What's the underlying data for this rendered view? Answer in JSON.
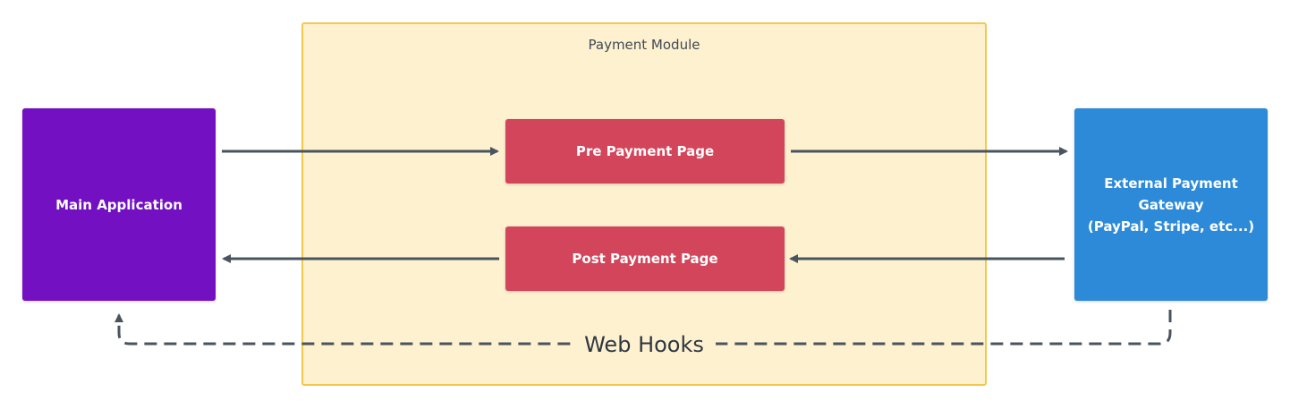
{
  "diagram": {
    "module_title": "Payment Module",
    "nodes": {
      "main_application": "Main Application",
      "pre_payment_page": "Pre Payment Page",
      "post_payment_page": "Post Payment Page",
      "gateway_line1": "External Payment",
      "gateway_line2": "Gateway",
      "gateway_line3": "(PayPal, Stripe, etc...)"
    },
    "edges": [
      {
        "from": "Main Application",
        "to": "Pre Payment Page"
      },
      {
        "from": "Pre Payment Page",
        "to": "External Payment Gateway"
      },
      {
        "from": "External Payment Gateway",
        "to": "Post Payment Page"
      },
      {
        "from": "Post Payment Page",
        "to": "Main Application"
      },
      {
        "from": "External Payment Gateway",
        "to": "Main Application",
        "style": "dashed"
      }
    ],
    "webhooks_label": "Web Hooks"
  },
  "colors": {
    "module_fill": "#fdf1d0",
    "module_border": "#f2c94c",
    "main_app": "#7210c2",
    "page_box": "#d3455a",
    "gateway": "#2d8ad8",
    "arrow": "#4a545e"
  }
}
